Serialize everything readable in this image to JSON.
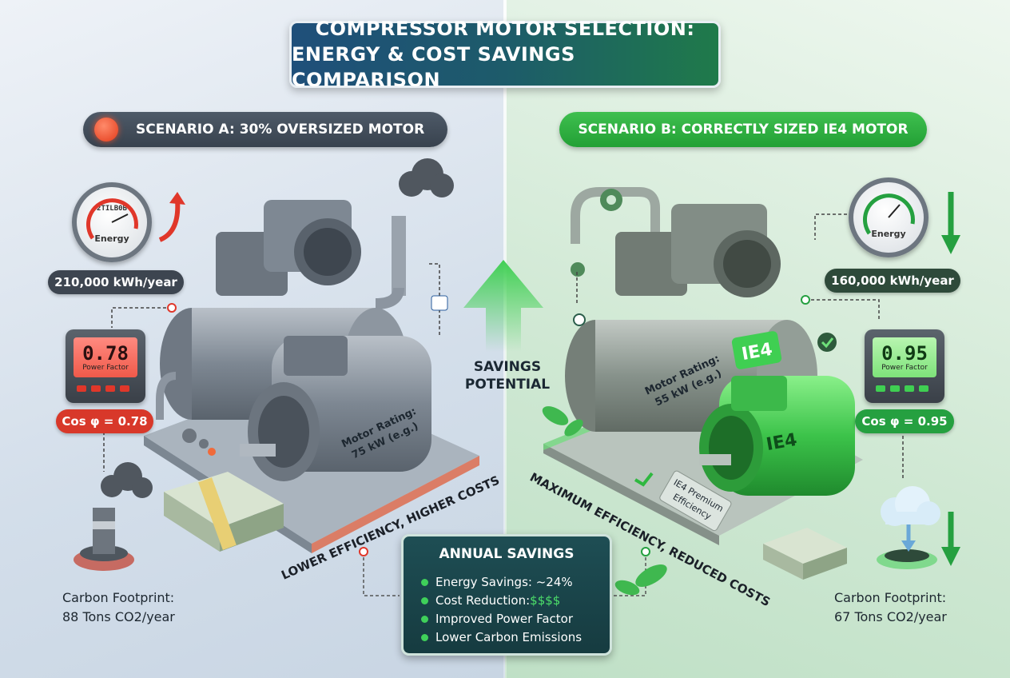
{
  "title": {
    "line1": "COMPRESSOR MOTOR SELECTION:",
    "line2": "ENERGY & COST SAVINGS COMPARISON"
  },
  "scenario_a": {
    "label": "SCENARIO A: 30% OVERSIZED MOTOR",
    "gauge_top": "2TILB0B",
    "gauge_label": "Energy",
    "energy": "210,000 kWh/year",
    "meter_value": "0.78",
    "meter_label": "Power Factor",
    "cos_phi": "Cos φ = 0.78",
    "motor_rating_line1": "Motor Rating:",
    "motor_rating_line2": "75 kW (e.g.)",
    "slogan": "LOWER EFFICIENCY, HIGHER COSTS",
    "carbon_line1": "Carbon Footprint:",
    "carbon_line2": "88 Tons CO2/year",
    "accent_color": "#d8382a"
  },
  "scenario_b": {
    "label": "SCENARIO B: CORRECTLY SIZED IE4 MOTOR",
    "gauge_label": "Energy",
    "energy": "160,000 kWh/year",
    "meter_value": "0.95",
    "meter_label": "Power Factor",
    "cos_phi": "Cos φ = 0.95",
    "ie4_badge": "IE4",
    "motor_badge": "IE4",
    "motor_rating_line1": "Motor Rating:",
    "motor_rating_line2": "55 kW (e.g.)",
    "premium_line1": "IE4 Premium",
    "premium_line2": "Efficiency",
    "slogan": "MAXIMUM EFFICIENCY, REDUCED COSTS",
    "carbon_line1": "Carbon Footprint:",
    "carbon_line2": "67 Tons CO2/year",
    "accent_color": "#25a040"
  },
  "center": {
    "line1": "SAVINGS",
    "line2": "POTENTIAL"
  },
  "annual_savings": {
    "title": "ANNUAL SAVINGS",
    "items": [
      {
        "text": "Energy Savings: ~24%"
      },
      {
        "label": "Cost Reduction: ",
        "money": "$$$$"
      },
      {
        "text": "Improved Power Factor"
      },
      {
        "text": "Lower Carbon Emissions"
      }
    ]
  },
  "icons": [
    "energy-gauge-icon",
    "power-factor-meter-icon",
    "smokestack-icon",
    "cash-stack-icon",
    "cloud-icon",
    "leaf-icon",
    "gear-icon",
    "arrow-up-icon",
    "arrow-down-icon",
    "check-icon"
  ]
}
